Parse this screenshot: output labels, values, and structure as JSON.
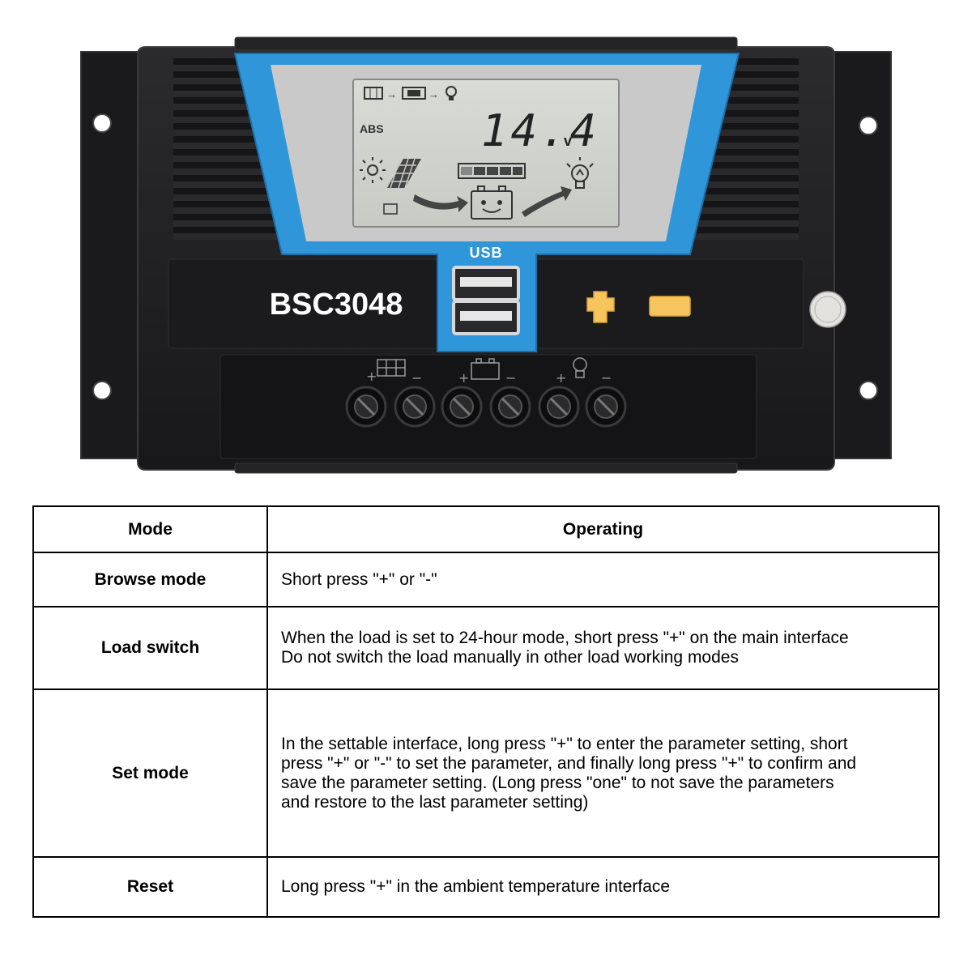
{
  "device": {
    "model": "BSC3048",
    "usb_label": "USB",
    "lcd": {
      "status_label": "ABS",
      "voltage_value": "14.4",
      "voltage_unit": "v"
    },
    "body_color": "#1c1c1e",
    "accent_color": "#2f96d9",
    "button_color": "#f6c55e",
    "terminal_groups": [
      "solar-panel-icon",
      "battery-icon",
      "lightbulb-icon"
    ]
  },
  "table": {
    "headers": {
      "mode": "Mode",
      "operating": "Operating"
    },
    "rows": [
      {
        "mode": "Browse mode",
        "lines": [
          "Short press \"+\" or \"-\""
        ]
      },
      {
        "mode": "Load switch",
        "lines": [
          "When the load is set to 24-hour mode, short press \"+\" on the main interface",
          "Do not switch the load manually in other load working modes"
        ]
      },
      {
        "mode": "Set mode",
        "lines": [
          "In the settable interface, long press \"+\" to enter the parameter setting, short",
          "press \"+\" or \"-\" to set the parameter, and finally long press \"+\" to confirm and",
          "save the parameter setting. (Long press \"one\" to not save the parameters",
          "and restore to the last parameter setting)"
        ]
      },
      {
        "mode": "Reset",
        "lines": [
          "Long press \"+\" in the ambient temperature interface"
        ]
      }
    ]
  }
}
